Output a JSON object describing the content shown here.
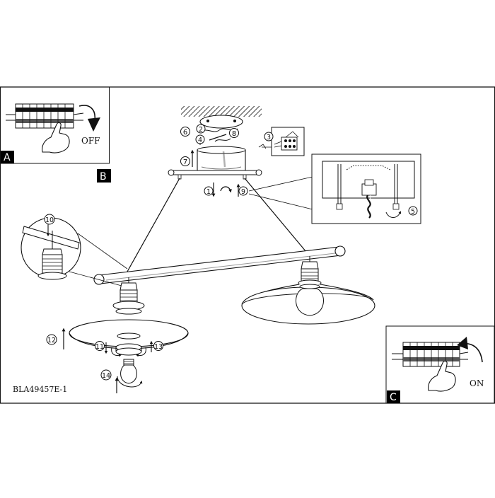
{
  "panels": {
    "a": {
      "label": "A",
      "action": "OFF"
    },
    "b": {
      "label": "B"
    },
    "c": {
      "label": "C",
      "action": "ON"
    }
  },
  "steps": [
    "1",
    "2",
    "3",
    "4",
    "5",
    "6",
    "7",
    "8",
    "9",
    "10",
    "11",
    "12",
    "13",
    "14"
  ],
  "document_code": "BLA49457E-1",
  "colors": {
    "ink": "#111111",
    "shade": "#999999",
    "panel_label_bg": "#000000"
  }
}
